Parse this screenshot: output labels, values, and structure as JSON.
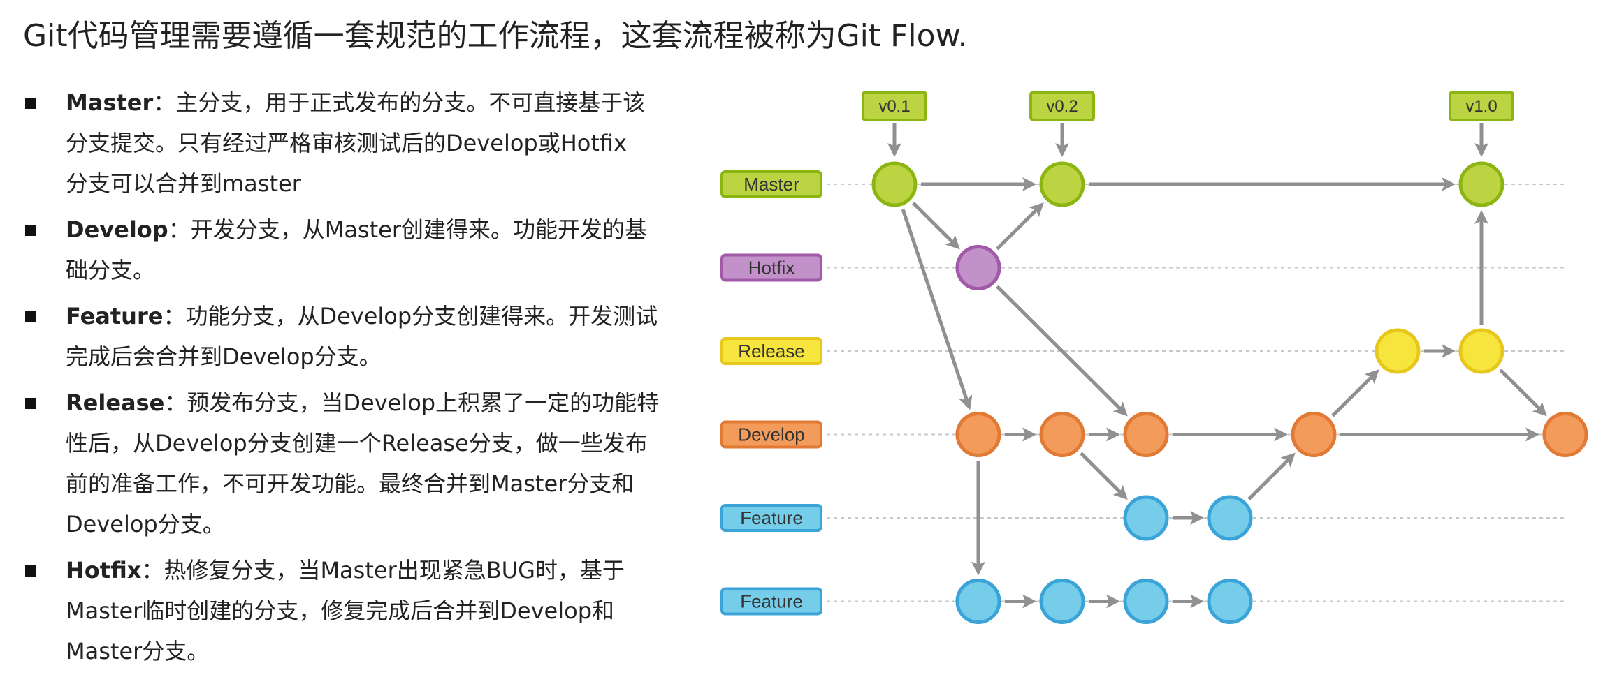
{
  "page": {
    "title": "Git代码管理需要遵循一套规范的工作流程，这套流程被称为Git Flow."
  },
  "items": [
    {
      "term": "Master",
      "sep": "：",
      "lines": [
        "主分支，用于正式发布的分支。不可直接基于该",
        "分支提交。只有经过严格审核测试后的Develop或Hotfix",
        "分支可以合并到master"
      ]
    },
    {
      "term": "Develop",
      "sep": "：",
      "lines": [
        "开发分支，从Master创建得来。功能开发的基",
        "础分支。"
      ]
    },
    {
      "term": "Feature",
      "sep": "：",
      "lines": [
        "功能分支，从Develop分支创建得来。开发测试",
        "完成后会合并到Develop分支。"
      ]
    },
    {
      "term": "Release",
      "sep": "：",
      "lines": [
        "预发布分支，当Develop上积累了一定的功能特",
        "性后，从Develop分支创建一个Release分支，做一些发布",
        "前的准备工作，不可开发功能。最终合并到Master分支和",
        "Develop分支。"
      ]
    },
    {
      "term": "Hotfix",
      "sep": "：",
      "lines": [
        "热修复分支，当Master出现紧急BUG时，基于",
        "Master临时创建的分支，修复完成后合并到Develop和",
        "Master分支。"
      ]
    }
  ],
  "diagram": {
    "branches": [
      {
        "key": "master",
        "label": "Master",
        "fill": "#bcd442",
        "stroke": "#8db512",
        "text": "#333333"
      },
      {
        "key": "hotfix",
        "label": "Hotfix",
        "fill": "#c391c9",
        "stroke": "#a05aa8",
        "text": "#333333"
      },
      {
        "key": "release",
        "label": "Release",
        "fill": "#f6e53c",
        "stroke": "#e6c71c",
        "text": "#333333"
      },
      {
        "key": "develop",
        "label": "Develop",
        "fill": "#f39b5b",
        "stroke": "#e07a34",
        "text": "#333333"
      },
      {
        "key": "feature1",
        "label": "Feature",
        "fill": "#76cdea",
        "stroke": "#3aa4d8",
        "text": "#333333"
      },
      {
        "key": "feature2",
        "label": "Feature",
        "fill": "#76cdea",
        "stroke": "#3aa4d8",
        "text": "#333333"
      }
    ],
    "tags": [
      {
        "label": "v0.1",
        "commit": "m1"
      },
      {
        "label": "v0.2",
        "commit": "m2"
      },
      {
        "label": "v1.0",
        "commit": "m3"
      }
    ],
    "commits": [
      {
        "id": "m1",
        "branch": "master",
        "slot": 1
      },
      {
        "id": "m2",
        "branch": "master",
        "slot": 3
      },
      {
        "id": "m3",
        "branch": "master",
        "slot": 8
      },
      {
        "id": "h1",
        "branch": "hotfix",
        "slot": 2
      },
      {
        "id": "r1",
        "branch": "release",
        "slot": 7
      },
      {
        "id": "r2",
        "branch": "release",
        "slot": 8
      },
      {
        "id": "d1",
        "branch": "develop",
        "slot": 2
      },
      {
        "id": "d2",
        "branch": "develop",
        "slot": 3
      },
      {
        "id": "d3",
        "branch": "develop",
        "slot": 4
      },
      {
        "id": "d4",
        "branch": "develop",
        "slot": 6
      },
      {
        "id": "d5",
        "branch": "develop",
        "slot": 9
      },
      {
        "id": "f1",
        "branch": "feature1",
        "slot": 4
      },
      {
        "id": "f2",
        "branch": "feature1",
        "slot": 5
      },
      {
        "id": "g1",
        "branch": "feature2",
        "slot": 2
      },
      {
        "id": "g2",
        "branch": "feature2",
        "slot": 3
      },
      {
        "id": "g3",
        "branch": "feature2",
        "slot": 4
      },
      {
        "id": "g4",
        "branch": "feature2",
        "slot": 5
      }
    ],
    "edges": [
      [
        "m1",
        "m2"
      ],
      [
        "m2",
        "m3"
      ],
      [
        "m1",
        "h1"
      ],
      [
        "h1",
        "m2"
      ],
      [
        "m1",
        "d1"
      ],
      [
        "h1",
        "d3"
      ],
      [
        "d1",
        "d2"
      ],
      [
        "d2",
        "d3"
      ],
      [
        "d3",
        "d4"
      ],
      [
        "d4",
        "d5"
      ],
      [
        "d2",
        "f1"
      ],
      [
        "f1",
        "f2"
      ],
      [
        "f2",
        "d4"
      ],
      [
        "d4",
        "r1"
      ],
      [
        "r1",
        "r2"
      ],
      [
        "r2",
        "m3"
      ],
      [
        "r2",
        "d5"
      ],
      [
        "d1",
        "g1"
      ],
      [
        "g1",
        "g2"
      ],
      [
        "g2",
        "g3"
      ],
      [
        "g3",
        "g4"
      ]
    ],
    "colors": {
      "arrow": "#909090",
      "laneLine": "#c8c8c8",
      "tagFill": "#bcd442",
      "tagStroke": "#8db512"
    }
  }
}
